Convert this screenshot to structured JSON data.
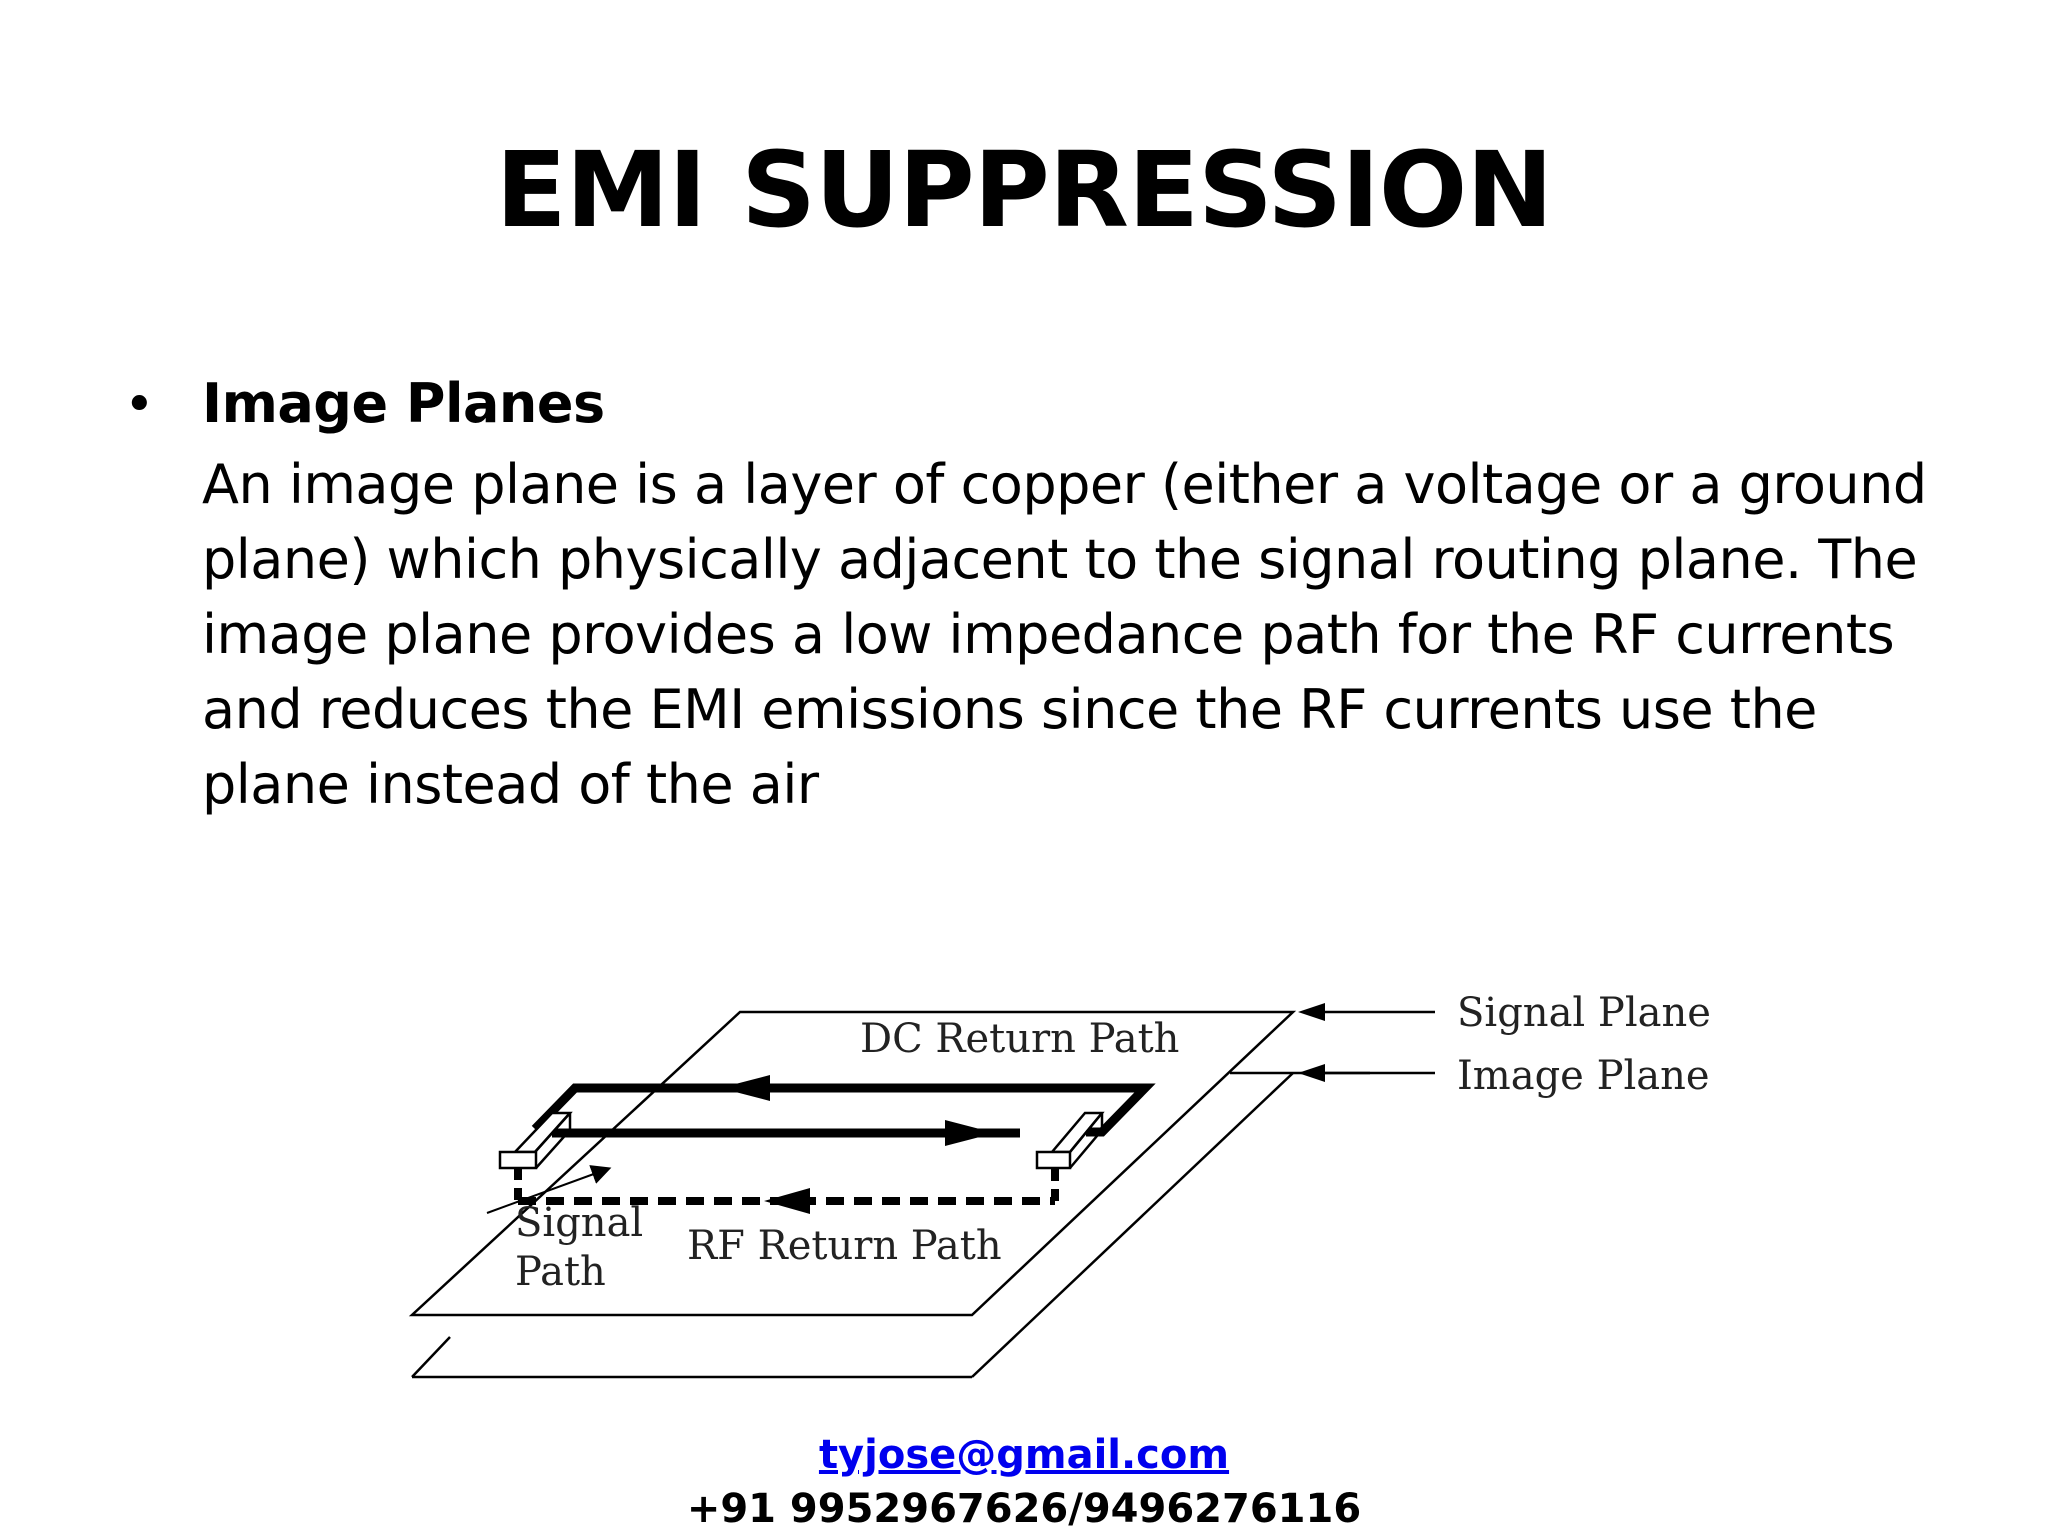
{
  "slide": {
    "title": "EMI SUPPRESSION",
    "bullet": {
      "marker": "•",
      "heading": "Image Planes",
      "body": "An image plane is a layer of copper (either a voltage or a ground plane) which physically adjacent to the signal routing plane. The image plane provides a low impedance path for the RF currents and reduces the EMI emissions since the RF currents use the plane instead of the air"
    }
  },
  "figure": {
    "labels": {
      "dc_return_path": "DC Return Path",
      "signal_plane": "Signal Plane",
      "image_plane": "Image Plane",
      "signal_path_line1": "Signal",
      "signal_path_line2": "Path",
      "rf_return_path": "RF Return Path"
    }
  },
  "footer": {
    "email": "tyjose@gmail.com",
    "phone": "+91 9952967626/9496276116"
  }
}
